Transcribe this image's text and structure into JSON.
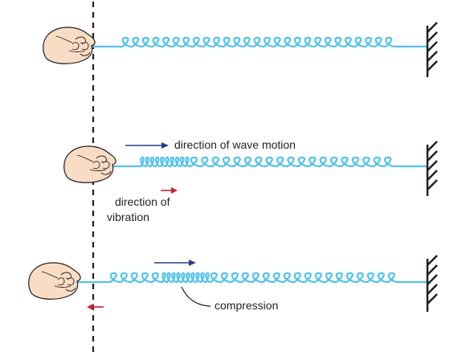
{
  "labels": {
    "wave_direction": "direction of wave motion",
    "vibration_line1": "direction of",
    "vibration_line2": "vibration",
    "compression": "compression"
  },
  "colors": {
    "spring": "#4fc3ee",
    "wave_arrow": "#253f8e",
    "vibration_arrow": "#d0202e",
    "ink": "#231f20",
    "hand_fill": "#f8dcc4"
  },
  "icons": [
    "hand-icon",
    "wall-icon",
    "dashed-reference-line"
  ]
}
